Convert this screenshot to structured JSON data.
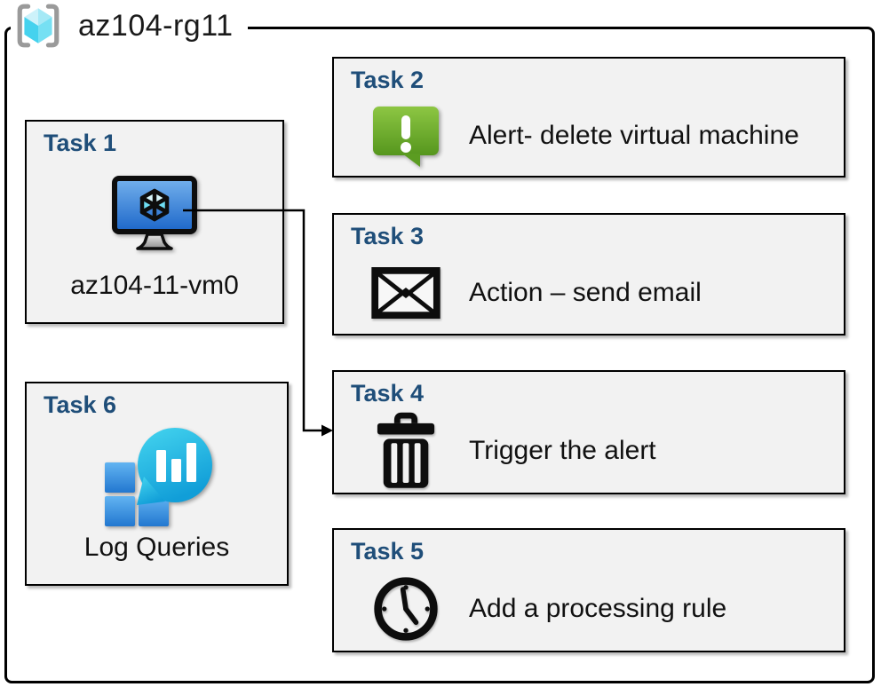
{
  "header": {
    "title": "az104-rg11",
    "icon": "resource-group-icon"
  },
  "tasks": [
    {
      "title": "Task 1",
      "label": "az104-11-vm0",
      "icon": "virtual-machine-icon"
    },
    {
      "title": "Task 2",
      "label": "Alert- delete virtual machine",
      "icon": "alert-icon"
    },
    {
      "title": "Task 3",
      "label": "Action – send email",
      "icon": "email-icon"
    },
    {
      "title": "Task 4",
      "label": "Trigger the alert",
      "icon": "trash-icon"
    },
    {
      "title": "Task 5",
      "label": "Add a processing rule",
      "icon": "clock-icon"
    },
    {
      "title": "Task 6",
      "label": "Log Queries",
      "icon": "log-queries-icon"
    }
  ],
  "connector": {
    "from": "task1-virtual-machine",
    "to": "task4"
  },
  "colors": {
    "task_title_blue": "#1f4e79",
    "box_fill": "#f2f2f2",
    "border_black": "#000000",
    "alert_green_top": "#8dc643",
    "alert_green_bottom": "#55961d",
    "vm_screen_blue_top": "#74b1ec",
    "vm_screen_blue_bottom": "#1c66c9",
    "log_bubble_teal_top": "#45d5ef",
    "log_bubble_teal_bottom": "#119ed8",
    "log_square_blue_top": "#62b4f2",
    "log_square_blue_bottom": "#2277d0",
    "rg_cube_cyan": "#55d7f0",
    "rg_bracket_gray": "#9a9a9a"
  }
}
